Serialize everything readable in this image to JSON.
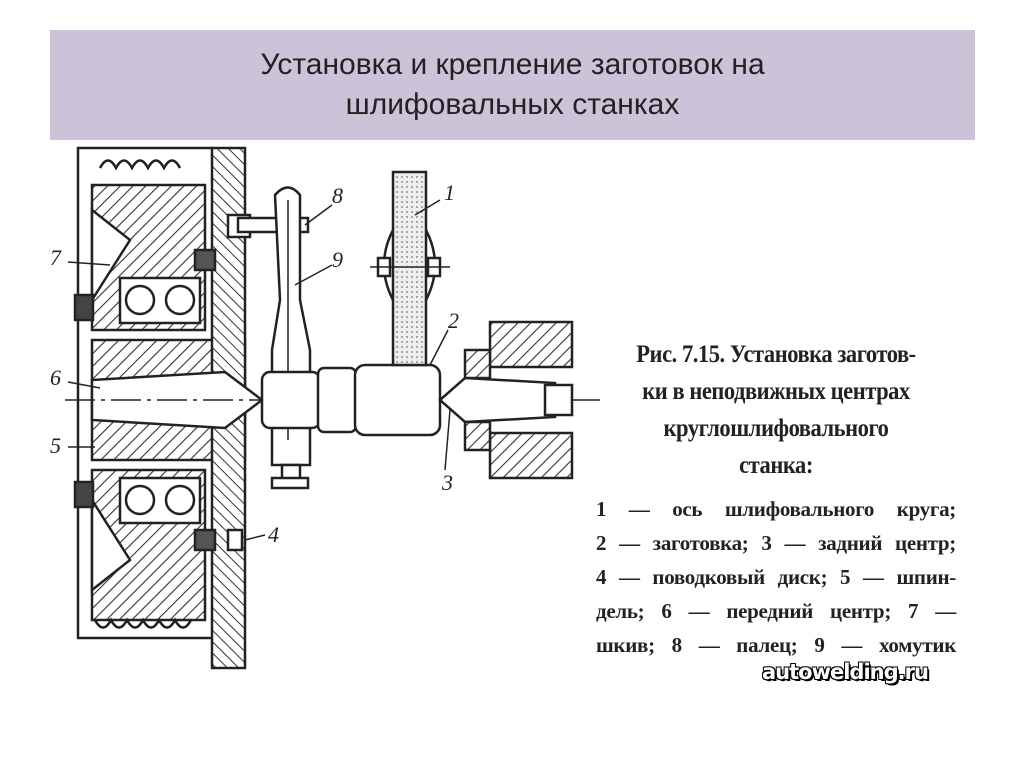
{
  "slide": {
    "title_line1": "Установка и крепление заготовок на",
    "title_line2": "шлифовальных станках"
  },
  "figure": {
    "caption_lines": [
      "Рис. 7.15. Установка заготов-",
      "ки в неподвижных центрах",
      "круглошлифовального",
      "станка:"
    ],
    "legend_lines": [
      "1 — ось шлифовального круга;",
      "2 — заготовка; 3 — задний центр;",
      "4 — поводковый диск; 5 — шпин-",
      "дель; 6 — передний центр; 7 —",
      "шкив; 8 — палец; 9 — хомутик"
    ],
    "part_labels": [
      "1",
      "2",
      "3",
      "4",
      "5",
      "6",
      "7",
      "8",
      "9"
    ],
    "watermark": "autowelding.ru"
  }
}
